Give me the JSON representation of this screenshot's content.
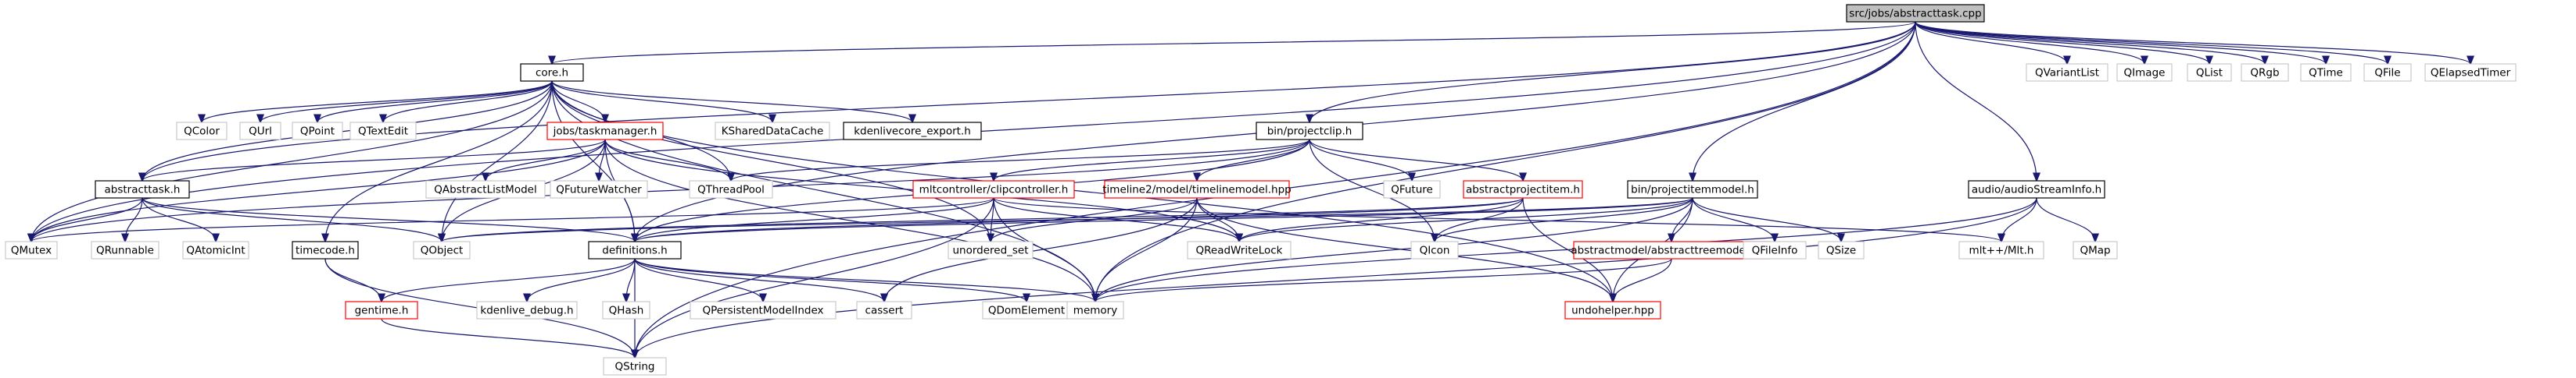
{
  "graph": {
    "colors": {
      "edge": "#191970",
      "root_fill": "#bfbfbf",
      "documented_border": "#000000",
      "truncated_border": "#ff0000",
      "undocumented_border": "#bfbfbf"
    },
    "nodes": [
      {
        "id": "root",
        "label": "src/jobs/abstracttask.cpp",
        "style": "grey"
      },
      {
        "id": "core",
        "label": "core.h",
        "style": "black"
      },
      {
        "id": "projectclip",
        "label": "bin/projectclip.h",
        "style": "black"
      },
      {
        "id": "projectitemmodel",
        "label": "bin/projectitemmodel.h",
        "style": "black"
      },
      {
        "id": "audiostreaminfo",
        "label": "audio/audioStreamInfo.h",
        "style": "black"
      },
      {
        "id": "taskmanager",
        "label": "jobs/taskmanager.h",
        "style": "red"
      },
      {
        "id": "abstracttask_h",
        "label": "abstracttask.h",
        "style": "black"
      },
      {
        "id": "timecode",
        "label": "timecode.h",
        "style": "black"
      },
      {
        "id": "definitions",
        "label": "definitions.h",
        "style": "black"
      },
      {
        "id": "gentime",
        "label": "gentime.h",
        "style": "red"
      },
      {
        "id": "kdenlivecore_export",
        "label": "kdenlivecore_export.h",
        "style": "black"
      },
      {
        "id": "clipcontroller",
        "label": "mltcontroller/clipcontroller.h",
        "style": "red"
      },
      {
        "id": "timelinemodel",
        "label": "timeline2/model/timelinemodel.hpp",
        "style": "red"
      },
      {
        "id": "abstractprojectitem",
        "label": "abstractprojectitem.h",
        "style": "red"
      },
      {
        "id": "abstracttreemodel",
        "label": "abstractmodel/abstracttreemodel.hpp",
        "style": "red"
      },
      {
        "id": "undohelper",
        "label": "undohelper.hpp",
        "style": "red"
      },
      {
        "id": "QVariantList",
        "label": "QVariantList",
        "style": "none"
      },
      {
        "id": "QImage",
        "label": "QImage",
        "style": "none"
      },
      {
        "id": "QList",
        "label": "QList",
        "style": "none"
      },
      {
        "id": "QRgb",
        "label": "QRgb",
        "style": "none"
      },
      {
        "id": "QTime",
        "label": "QTime",
        "style": "none"
      },
      {
        "id": "QFile",
        "label": "QFile",
        "style": "none"
      },
      {
        "id": "QElapsedTimer",
        "label": "QElapsedTimer",
        "style": "none"
      },
      {
        "id": "QColor",
        "label": "QColor",
        "style": "none"
      },
      {
        "id": "QUrl",
        "label": "QUrl",
        "style": "none"
      },
      {
        "id": "QPoint",
        "label": "QPoint",
        "style": "none"
      },
      {
        "id": "QTextEdit",
        "label": "QTextEdit",
        "style": "none"
      },
      {
        "id": "KSharedDataCache",
        "label": "KSharedDataCache",
        "style": "none"
      },
      {
        "id": "QAbstractListModel",
        "label": "QAbstractListModel",
        "style": "none"
      },
      {
        "id": "QFutureWatcher",
        "label": "QFutureWatcher",
        "style": "none"
      },
      {
        "id": "QThreadPool",
        "label": "QThreadPool",
        "style": "none"
      },
      {
        "id": "QFuture",
        "label": "QFuture",
        "style": "none"
      },
      {
        "id": "QMutex",
        "label": "QMutex",
        "style": "none"
      },
      {
        "id": "QRunnable",
        "label": "QRunnable",
        "style": "none"
      },
      {
        "id": "QAtomicInt",
        "label": "QAtomicInt",
        "style": "none"
      },
      {
        "id": "QObject",
        "label": "QObject",
        "style": "none"
      },
      {
        "id": "unordered_set",
        "label": "unordered_set",
        "style": "none"
      },
      {
        "id": "QReadWriteLock",
        "label": "QReadWriteLock",
        "style": "none"
      },
      {
        "id": "QIcon",
        "label": "QIcon",
        "style": "none"
      },
      {
        "id": "QFileInfo",
        "label": "QFileInfo",
        "style": "none"
      },
      {
        "id": "QSize",
        "label": "QSize",
        "style": "none"
      },
      {
        "id": "mlt",
        "label": "mlt++/Mlt.h",
        "style": "none"
      },
      {
        "id": "QMap",
        "label": "QMap",
        "style": "none"
      },
      {
        "id": "kdenlive_debug",
        "label": "kdenlive_debug.h",
        "style": "none"
      },
      {
        "id": "QHash",
        "label": "QHash",
        "style": "none"
      },
      {
        "id": "QPersistentModelIndex",
        "label": "QPersistentModelIndex",
        "style": "none"
      },
      {
        "id": "cassert",
        "label": "cassert",
        "style": "none"
      },
      {
        "id": "QDomElement",
        "label": "QDomElement",
        "style": "none"
      },
      {
        "id": "memory",
        "label": "memory",
        "style": "none"
      },
      {
        "id": "QString",
        "label": "QString",
        "style": "none"
      }
    ],
    "edges": [
      [
        "root",
        "core"
      ],
      [
        "root",
        "projectclip"
      ],
      [
        "root",
        "projectitemmodel"
      ],
      [
        "root",
        "audiostreaminfo"
      ],
      [
        "root",
        "QVariantList"
      ],
      [
        "root",
        "QImage"
      ],
      [
        "root",
        "QList"
      ],
      [
        "root",
        "QRgb"
      ],
      [
        "root",
        "QTime"
      ],
      [
        "root",
        "QFile"
      ],
      [
        "root",
        "QElapsedTimer"
      ],
      [
        "root",
        "QString"
      ],
      [
        "root",
        "memory"
      ],
      [
        "root",
        "abstracttask_h"
      ],
      [
        "root",
        "QMutex"
      ],
      [
        "root",
        "definitions"
      ],
      [
        "core",
        "QColor"
      ],
      [
        "core",
        "QUrl"
      ],
      [
        "core",
        "QPoint"
      ],
      [
        "core",
        "QTextEdit"
      ],
      [
        "core",
        "KSharedDataCache"
      ],
      [
        "core",
        "kdenlivecore_export"
      ],
      [
        "core",
        "taskmanager"
      ],
      [
        "core",
        "QMutex"
      ],
      [
        "core",
        "QObject"
      ],
      [
        "core",
        "QThreadPool"
      ],
      [
        "core",
        "timecode"
      ],
      [
        "core",
        "definitions"
      ],
      [
        "core",
        "memory"
      ],
      [
        "core",
        "unordered_set"
      ],
      [
        "core",
        "undohelper"
      ],
      [
        "core",
        "abstracttask_h"
      ],
      [
        "taskmanager",
        "QAbstractListModel"
      ],
      [
        "taskmanager",
        "QFutureWatcher"
      ],
      [
        "taskmanager",
        "QThreadPool"
      ],
      [
        "taskmanager",
        "QMutex"
      ],
      [
        "taskmanager",
        "QObject"
      ],
      [
        "taskmanager",
        "QReadWriteLock"
      ],
      [
        "taskmanager",
        "definitions"
      ],
      [
        "taskmanager",
        "memory"
      ],
      [
        "taskmanager",
        "abstracttask_h"
      ],
      [
        "abstracttask_h",
        "QMutex"
      ],
      [
        "abstracttask_h",
        "QRunnable"
      ],
      [
        "abstracttask_h",
        "QAtomicInt"
      ],
      [
        "abstracttask_h",
        "QObject"
      ],
      [
        "abstracttask_h",
        "definitions"
      ],
      [
        "timecode",
        "gentime"
      ],
      [
        "timecode",
        "QString"
      ],
      [
        "gentime",
        "QString"
      ],
      [
        "definitions",
        "gentime"
      ],
      [
        "definitions",
        "kdenlive_debug"
      ],
      [
        "definitions",
        "QHash"
      ],
      [
        "definitions",
        "QPersistentModelIndex"
      ],
      [
        "definitions",
        "cassert"
      ],
      [
        "definitions",
        "QDomElement"
      ],
      [
        "definitions",
        "memory"
      ],
      [
        "definitions",
        "QString"
      ],
      [
        "projectclip",
        "QFuture"
      ],
      [
        "projectclip",
        "abstractprojectitem"
      ],
      [
        "projectclip",
        "clipcontroller"
      ],
      [
        "projectclip",
        "timelinemodel"
      ],
      [
        "projectclip",
        "QThreadPool"
      ],
      [
        "projectclip",
        "QMutex"
      ],
      [
        "projectclip",
        "QIcon"
      ],
      [
        "projectclip",
        "definitions"
      ],
      [
        "clipcontroller",
        "definitions"
      ],
      [
        "clipcontroller",
        "QReadWriteLock"
      ],
      [
        "clipcontroller",
        "memory"
      ],
      [
        "clipcontroller",
        "unordered_set"
      ],
      [
        "clipcontroller",
        "mlt"
      ],
      [
        "clipcontroller",
        "QMutex"
      ],
      [
        "clipcontroller",
        "QString"
      ],
      [
        "timelinemodel",
        "QReadWriteLock"
      ],
      [
        "timelinemodel",
        "cassert"
      ],
      [
        "timelinemodel",
        "memory"
      ],
      [
        "timelinemodel",
        "unordered_set"
      ],
      [
        "timelinemodel",
        "undohelper"
      ],
      [
        "abstractprojectitem",
        "QReadWriteLock"
      ],
      [
        "abstractprojectitem",
        "QIcon"
      ],
      [
        "abstractprojectitem",
        "definitions"
      ],
      [
        "abstractprojectitem",
        "undohelper"
      ],
      [
        "abstractprojectitem",
        "QObject"
      ],
      [
        "projectitemmodel",
        "abstracttreemodel"
      ],
      [
        "projectitemmodel",
        "undohelper"
      ],
      [
        "projectitemmodel",
        "QReadWriteLock"
      ],
      [
        "projectitemmodel",
        "QFileInfo"
      ],
      [
        "projectitemmodel",
        "QSize"
      ],
      [
        "projectitemmodel",
        "QIcon"
      ],
      [
        "projectitemmodel",
        "definitions"
      ],
      [
        "projectitemmodel",
        "memory"
      ],
      [
        "projectitemmodel",
        "QObject"
      ],
      [
        "abstracttreemodel",
        "undohelper"
      ],
      [
        "abstracttreemodel",
        "memory"
      ],
      [
        "audiostreaminfo",
        "mlt"
      ],
      [
        "audiostreaminfo",
        "QMap"
      ],
      [
        "audiostreaminfo",
        "memory"
      ],
      [
        "audiostreaminfo",
        "QString"
      ]
    ]
  }
}
